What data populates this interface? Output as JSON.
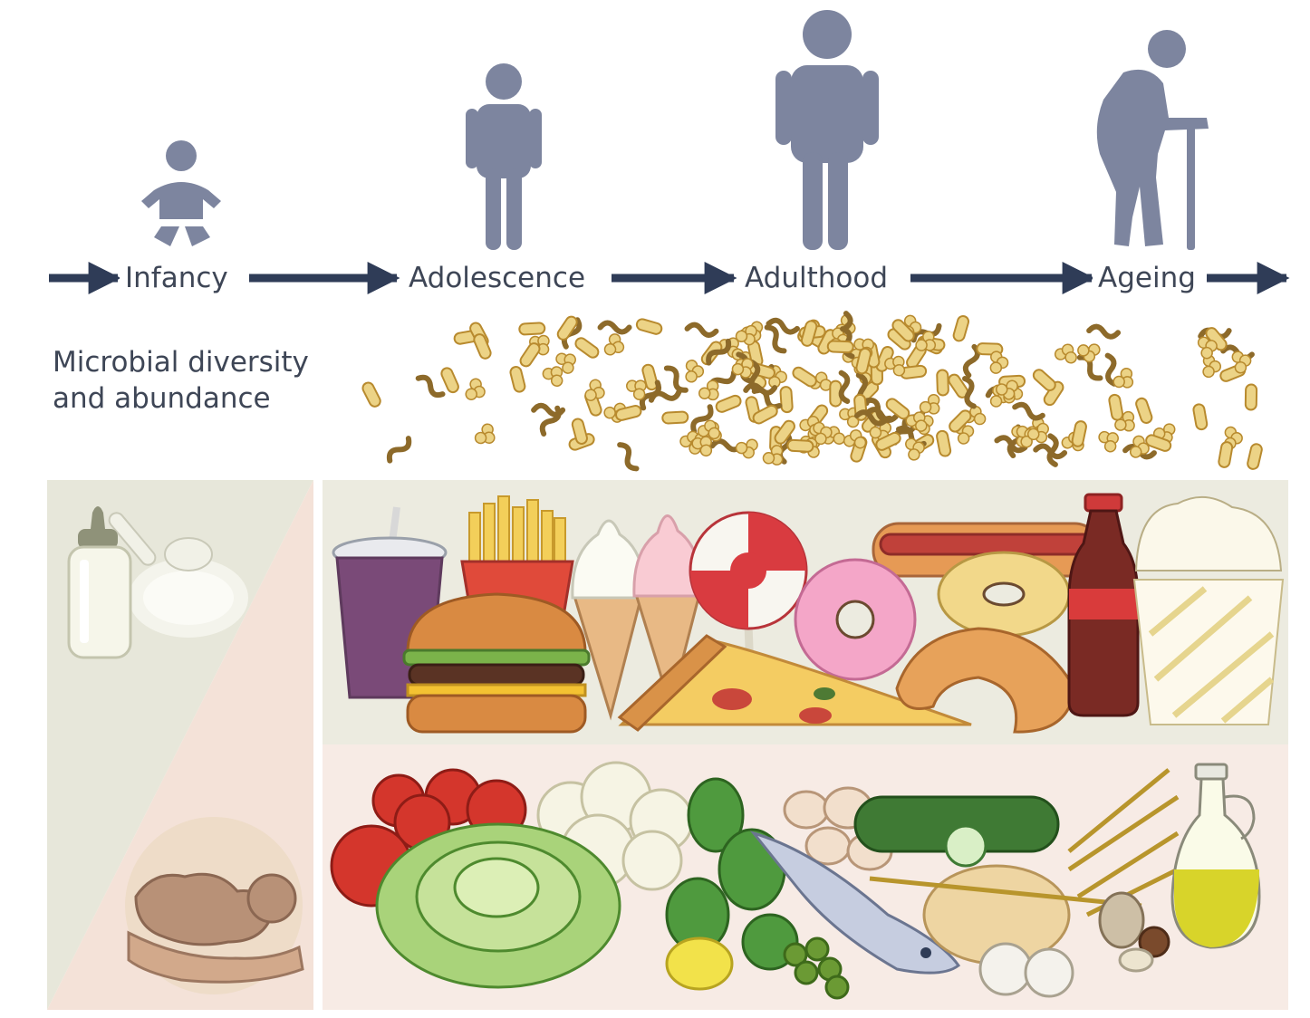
{
  "timeline": {
    "stages": [
      {
        "label": "Infancy",
        "icon": "baby-icon"
      },
      {
        "label": "Adolescence",
        "icon": "adolescent-icon"
      },
      {
        "label": "Adulthood",
        "icon": "adult-icon"
      },
      {
        "label": "Ageing",
        "icon": "elderly-with-cane-icon"
      }
    ]
  },
  "microbes": {
    "label_line1": "Microbial diversity",
    "label_line2": "and abundance"
  },
  "colors": {
    "figure": "#7d859f",
    "arrow": "#2f3c57",
    "microbe_fill": "#ecd386",
    "microbe_outline": "#b88a2e",
    "microbe_worm": "#8d6a2a",
    "left_panel_top": "#e7e7da",
    "left_panel_bottom": "#f4e2d8",
    "junk_bg": "#ecebe0",
    "healthy_bg": "#f7ebe5"
  },
  "food_panels": {
    "infant": [
      "baby-bottle-icon",
      "formula-scoop-icon",
      "breastfeeding-icon"
    ],
    "processed": [
      "soda-cup-icon",
      "fries-icon",
      "burger-icon",
      "ice-cream-cone-icon",
      "lollipop-icon",
      "hot-dog-icon",
      "donut-icon",
      "pizza-slice-icon",
      "croissant-icon",
      "cola-bottle-icon",
      "popcorn-icon"
    ],
    "healthy": [
      "tomatoes-icon",
      "cauliflower-icon",
      "lettuce-icon",
      "spinach-icon",
      "eggs-icon",
      "cucumber-icon",
      "fish-icon",
      "lemon-icon",
      "peas-icon",
      "chickpeas-icon",
      "garlic-icon",
      "wheat-icon",
      "nuts-icon",
      "olive-oil-bottle-icon"
    ]
  }
}
